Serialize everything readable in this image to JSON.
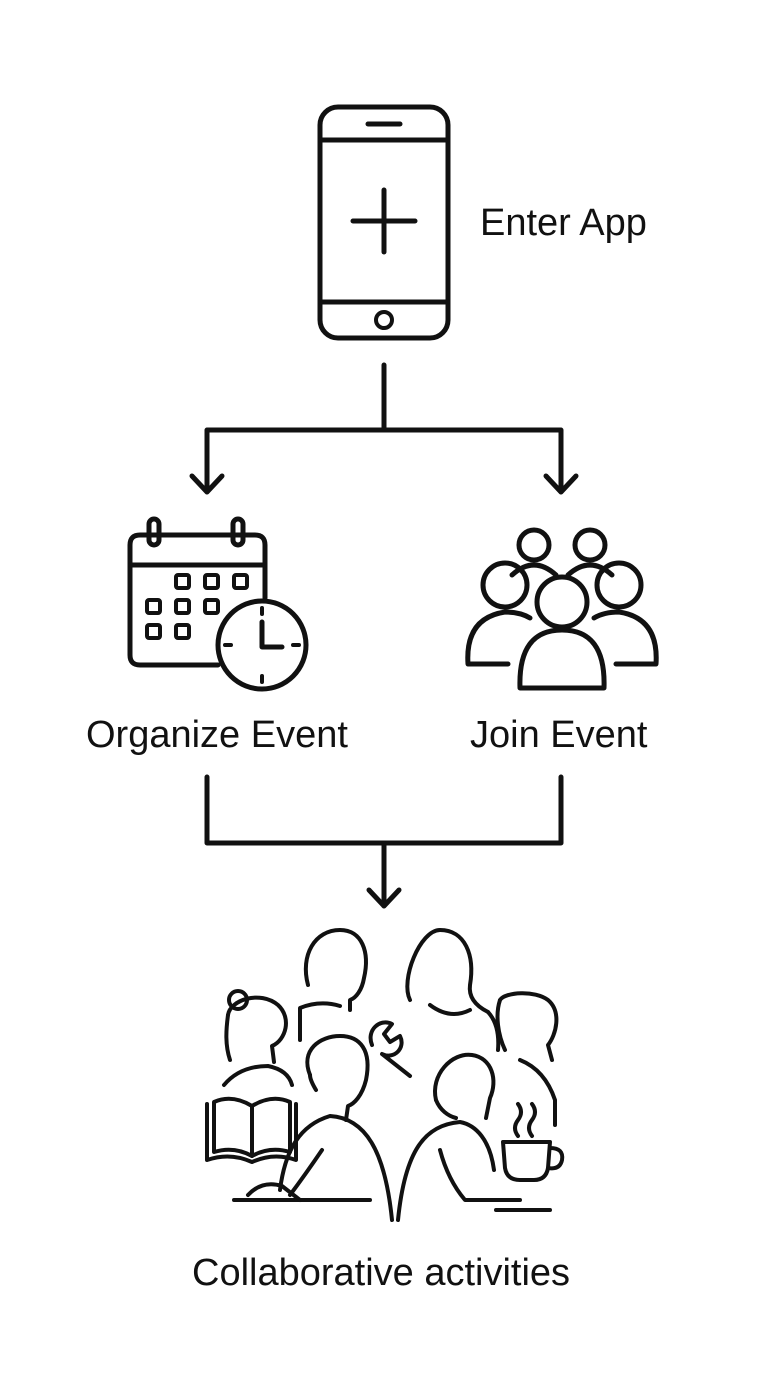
{
  "diagram": {
    "steps": {
      "enter_app": "Enter App",
      "organize_event": "Organize Event",
      "join_event": "Join Event",
      "collaborative": "Collaborative activities"
    },
    "icons": {
      "enter_app": "smartphone-plus-icon",
      "organize_event": "calendar-clock-icon",
      "join_event": "people-group-icon",
      "collaborative": "people-activities-icon"
    },
    "colors": {
      "stroke": "#111111",
      "background": "#ffffff"
    }
  }
}
